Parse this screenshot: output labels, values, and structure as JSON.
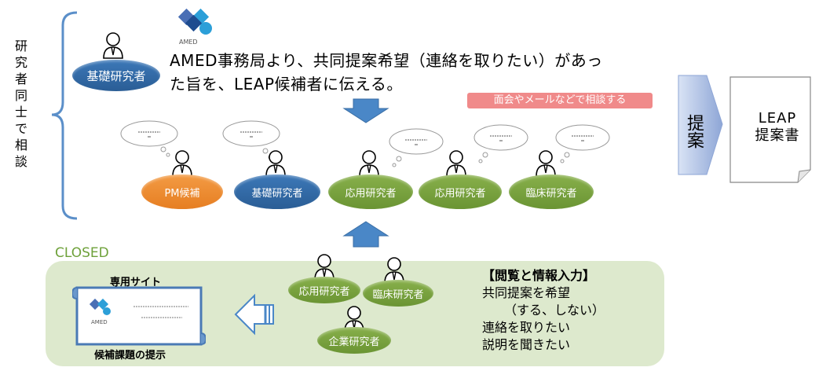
{
  "left_label": [
    "研",
    "究",
    "者",
    "同",
    "士",
    "で",
    "相",
    "談"
  ],
  "top_text": {
    "line1": "AMED事務局より、共同提案希望（連絡を取りたい）があっ",
    "line2": "た旨を、LEAP候補者に伝える。"
  },
  "logo": {
    "text": "AMED"
  },
  "top_person": {
    "label": "基礎研究者"
  },
  "pink_pill": "面会やメールなどで相談する",
  "participants": [
    {
      "label": "PM候補"
    },
    {
      "label": "基礎研究者"
    },
    {
      "label": "応用研究者"
    },
    {
      "label": "応用研究者"
    },
    {
      "label": "臨床研究者"
    }
  ],
  "closed": {
    "label": "CLOSED",
    "site_title": "専用サイト",
    "site_caption": "候補課題の提示",
    "site_logo": "AMED",
    "people": [
      {
        "label": "応用研究者"
      },
      {
        "label": "臨床研究者"
      },
      {
        "label": "企業研究者"
      }
    ],
    "info": {
      "heading": "【閲覧と情報入力】",
      "line1": "共同提案を希望",
      "line2": "（する、しない）",
      "line3": "連絡を取りたい",
      "line4": "説明を聞きたい"
    }
  },
  "proposal": {
    "arrow_label": "提案",
    "doc_line1": "LEAP",
    "doc_line2": "提案書"
  },
  "colors": {
    "blue": "#2e65a3",
    "orange": "#ee8a2e",
    "green": "#77a03c",
    "arrow_blue": "#4a87c7",
    "closed_bg": "#dde9cd",
    "pink": "#f08a8a"
  }
}
